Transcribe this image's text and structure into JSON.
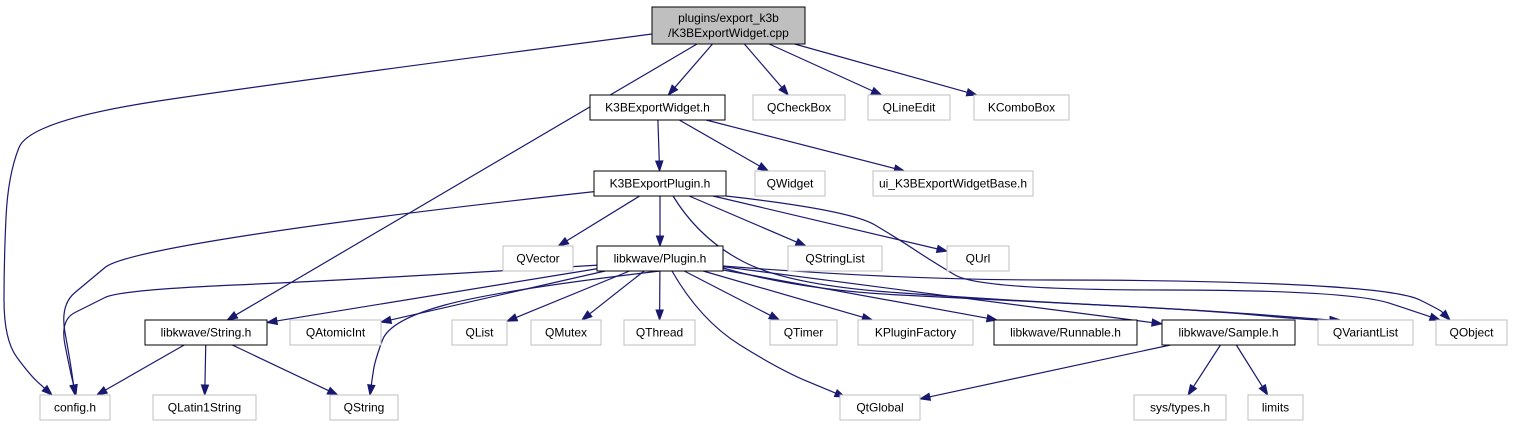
{
  "nodes": [
    {
      "id": "root",
      "lines": [
        "plugins/export_k3b",
        "/K3BExportWidget.cpp"
      ],
      "kind": "primary"
    },
    {
      "id": "k3bwidget_h",
      "lines": [
        "K3BExportWidget.h"
      ],
      "kind": "local"
    },
    {
      "id": "qcheckbox",
      "lines": [
        "QCheckBox"
      ],
      "kind": "external"
    },
    {
      "id": "qlineedit",
      "lines": [
        "QLineEdit"
      ],
      "kind": "external"
    },
    {
      "id": "kcombobox",
      "lines": [
        "KComboBox"
      ],
      "kind": "external"
    },
    {
      "id": "k3bplugin_h",
      "lines": [
        "K3BExportPlugin.h"
      ],
      "kind": "local"
    },
    {
      "id": "qwidget",
      "lines": [
        "QWidget"
      ],
      "kind": "external"
    },
    {
      "id": "ui_base",
      "lines": [
        "ui_K3BExportWidgetBase.h"
      ],
      "kind": "external"
    },
    {
      "id": "qvector",
      "lines": [
        "QVector"
      ],
      "kind": "external"
    },
    {
      "id": "plugin_h",
      "lines": [
        "libkwave/Plugin.h"
      ],
      "kind": "local"
    },
    {
      "id": "qstringlist",
      "lines": [
        "QStringList"
      ],
      "kind": "external"
    },
    {
      "id": "qurl",
      "lines": [
        "QUrl"
      ],
      "kind": "external"
    },
    {
      "id": "string_h",
      "lines": [
        "libkwave/String.h"
      ],
      "kind": "local"
    },
    {
      "id": "qatomicint",
      "lines": [
        "QAtomicInt"
      ],
      "kind": "external"
    },
    {
      "id": "qlist",
      "lines": [
        "QList"
      ],
      "kind": "external"
    },
    {
      "id": "qmutex",
      "lines": [
        "QMutex"
      ],
      "kind": "external"
    },
    {
      "id": "qthread",
      "lines": [
        "QThread"
      ],
      "kind": "external"
    },
    {
      "id": "qtimer",
      "lines": [
        "QTimer"
      ],
      "kind": "external"
    },
    {
      "id": "kpluginfactory",
      "lines": [
        "KPluginFactory"
      ],
      "kind": "external"
    },
    {
      "id": "runnable_h",
      "lines": [
        "libkwave/Runnable.h"
      ],
      "kind": "local"
    },
    {
      "id": "sample_h",
      "lines": [
        "libkwave/Sample.h"
      ],
      "kind": "local"
    },
    {
      "id": "qvariantlist",
      "lines": [
        "QVariantList"
      ],
      "kind": "external"
    },
    {
      "id": "qobject",
      "lines": [
        "QObject"
      ],
      "kind": "external"
    },
    {
      "id": "config_h",
      "lines": [
        "config.h"
      ],
      "kind": "external"
    },
    {
      "id": "qlatin1string",
      "lines": [
        "QLatin1String"
      ],
      "kind": "external"
    },
    {
      "id": "qstring",
      "lines": [
        "QString"
      ],
      "kind": "external"
    },
    {
      "id": "qtglobal",
      "lines": [
        "QtGlobal"
      ],
      "kind": "external"
    },
    {
      "id": "systypes",
      "lines": [
        "sys/types.h"
      ],
      "kind": "external"
    },
    {
      "id": "limits",
      "lines": [
        "limits"
      ],
      "kind": "external"
    }
  ],
  "edges": [
    {
      "from": "root",
      "to": "config_h"
    },
    {
      "from": "root",
      "to": "string_h"
    },
    {
      "from": "root",
      "to": "k3bwidget_h"
    },
    {
      "from": "root",
      "to": "qcheckbox"
    },
    {
      "from": "root",
      "to": "qlineedit"
    },
    {
      "from": "root",
      "to": "kcombobox"
    },
    {
      "from": "k3bwidget_h",
      "to": "k3bplugin_h"
    },
    {
      "from": "k3bwidget_h",
      "to": "qwidget"
    },
    {
      "from": "k3bwidget_h",
      "to": "ui_base"
    },
    {
      "from": "k3bplugin_h",
      "to": "config_h"
    },
    {
      "from": "k3bplugin_h",
      "to": "qvector"
    },
    {
      "from": "k3bplugin_h",
      "to": "plugin_h"
    },
    {
      "from": "k3bplugin_h",
      "to": "qstringlist"
    },
    {
      "from": "k3bplugin_h",
      "to": "qurl"
    },
    {
      "from": "k3bplugin_h",
      "to": "qvariantlist"
    },
    {
      "from": "k3bplugin_h",
      "to": "qobject"
    },
    {
      "from": "plugin_h",
      "to": "config_h"
    },
    {
      "from": "plugin_h",
      "to": "string_h"
    },
    {
      "from": "plugin_h",
      "to": "qatomicint"
    },
    {
      "from": "plugin_h",
      "to": "qlist"
    },
    {
      "from": "plugin_h",
      "to": "qmutex"
    },
    {
      "from": "plugin_h",
      "to": "qthread"
    },
    {
      "from": "plugin_h",
      "to": "qtimer"
    },
    {
      "from": "plugin_h",
      "to": "kpluginfactory"
    },
    {
      "from": "plugin_h",
      "to": "runnable_h"
    },
    {
      "from": "plugin_h",
      "to": "sample_h"
    },
    {
      "from": "plugin_h",
      "to": "qvariantlist"
    },
    {
      "from": "plugin_h",
      "to": "qobject"
    },
    {
      "from": "plugin_h",
      "to": "qstring"
    },
    {
      "from": "plugin_h",
      "to": "qtglobal"
    },
    {
      "from": "string_h",
      "to": "config_h"
    },
    {
      "from": "string_h",
      "to": "qlatin1string"
    },
    {
      "from": "string_h",
      "to": "qstring"
    },
    {
      "from": "sample_h",
      "to": "qtglobal"
    },
    {
      "from": "sample_h",
      "to": "systypes"
    },
    {
      "from": "sample_h",
      "to": "limits"
    }
  ]
}
